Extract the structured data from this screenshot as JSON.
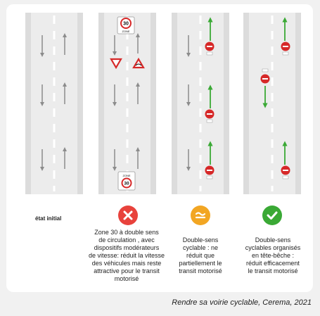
{
  "columns": [
    {
      "id": "initial",
      "label": "état initial"
    },
    {
      "id": "zone30",
      "status_icon": "cross-icon",
      "status_color": "#e8423c",
      "description": "Zone 30 à double sens\nde circulation , avec\ndispositifs modérateurs\nde vitesse:  réduit la vitesse\ndes véhicules mais reste\nattractive pour le  transit\nmotorisé",
      "signs": {
        "top_sign_text": "30",
        "top_sign_sub": "ZONE",
        "bottom_sign_top": "ZONE",
        "bottom_sign_text": "30"
      }
    },
    {
      "id": "double-sens",
      "status_icon": "approx-icon",
      "status_color": "#f2a623",
      "description": "Double-sens\ncyclable : ne\nréduit que\npartiellement le\ntransit motorisé"
    },
    {
      "id": "tete-beche",
      "status_icon": "check-icon",
      "status_color": "#3aa935",
      "description": "Double-sens\ncyclables organisés\nen tête-bêche :\nréduit efficacement\nle transit motorisé"
    }
  ],
  "caption": "Rendre sa voirie cyclable, Cerema, 2021",
  "colors": {
    "road": "#dcdcdc",
    "road_edge": "#c4c4c4",
    "lane_line": "#ffffff",
    "car_arrow": "#8c8c8c",
    "bike_arrow": "#3aa935",
    "sign_red": "#d62828"
  }
}
